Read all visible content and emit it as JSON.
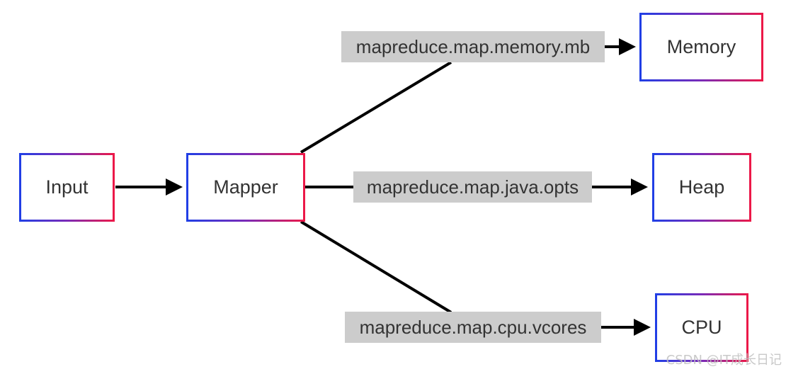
{
  "nodes": {
    "input": "Input",
    "mapper": "Mapper",
    "memory": "Memory",
    "heap": "Heap",
    "cpu": "CPU"
  },
  "edges": {
    "memory_label": "mapreduce.map.memory.mb",
    "heap_label": "mapreduce.map.java.opts",
    "cpu_label": "mapreduce.map.cpu.vcores"
  },
  "watermark": "CSDN @IT成长日记",
  "colors": {
    "border_gradient": [
      "#1f3fe6",
      "#ee1846"
    ],
    "edge": "#000000",
    "label_background": "#cccccc",
    "text": "#333333"
  }
}
